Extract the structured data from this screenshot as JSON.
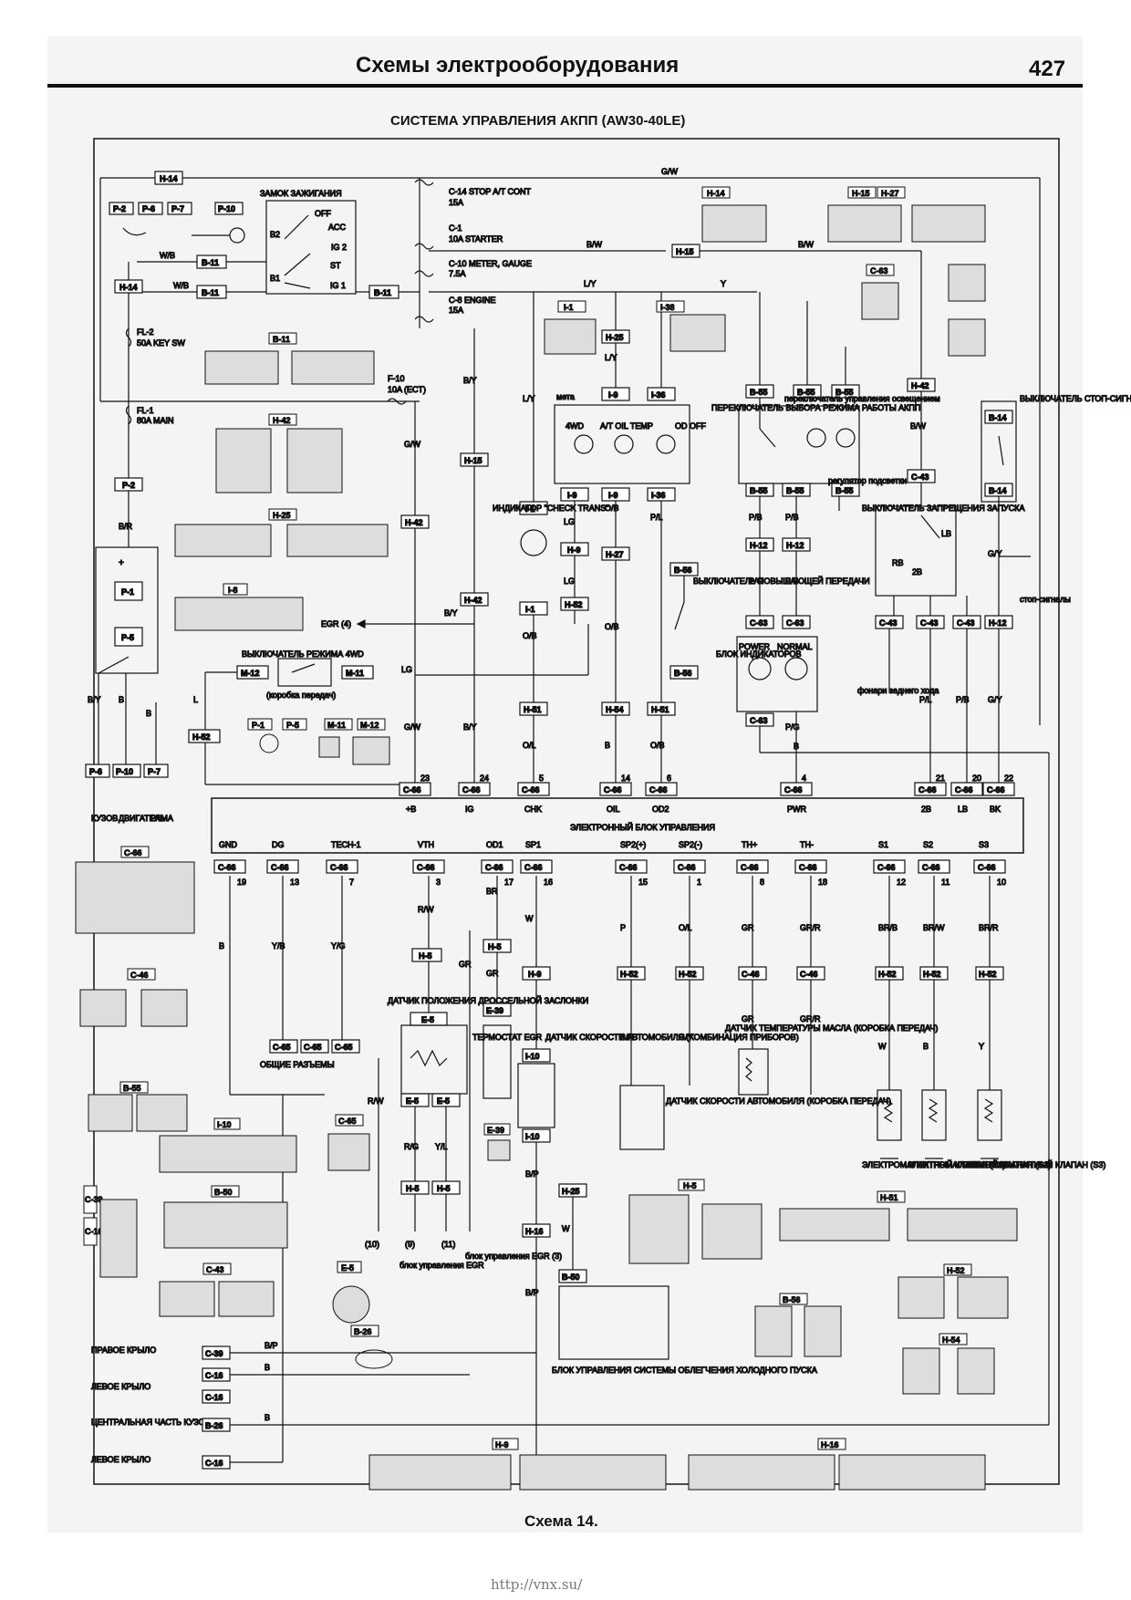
{
  "header": {
    "title": "Схемы электрооборудования",
    "page_number": "427"
  },
  "system_title": "СИСТЕМА УПРАВЛЕНИЯ АКПП (AW30-40LE)",
  "caption": "Схема 14.",
  "url": "http://vnx.su/",
  "ecu": {
    "label": "ЭЛЕКТРОННЫЙ БЛОК УПРАВЛЕНИЯ",
    "top_pins": [
      {
        "name": "+B",
        "pin": "23"
      },
      {
        "name": "IG",
        "pin": "24"
      },
      {
        "name": "CHK",
        "pin": "5"
      },
      {
        "name": "OIL",
        "pin": "14"
      },
      {
        "name": "OD2",
        "pin": "6"
      },
      {
        "name": "PWR",
        "pin": "4"
      },
      {
        "name": "2B",
        "pin": "21"
      },
      {
        "name": "LB",
        "pin": "20"
      },
      {
        "name": "BK",
        "pin": "22"
      }
    ],
    "bottom_pins": [
      {
        "name": "GND",
        "pin": "19"
      },
      {
        "name": "DG",
        "pin": "13"
      },
      {
        "name": "TECH-1",
        "pin": "7"
      },
      {
        "name": "VTH",
        "pin": "3"
      },
      {
        "name": "OD1",
        "pin": "17"
      },
      {
        "name": "SP1",
        "pin": "16"
      },
      {
        "name": "SP2(+)",
        "pin": "15"
      },
      {
        "name": "SP2(-)",
        "pin": "1"
      },
      {
        "name": "TH+",
        "pin": "8"
      },
      {
        "name": "TH-",
        "pin": "18"
      },
      {
        "name": "S1",
        "pin": "12"
      },
      {
        "name": "S2",
        "pin": "11"
      },
      {
        "name": "S3",
        "pin": "10"
      }
    ],
    "connector": "C-66"
  },
  "fuses": [
    {
      "id": "C-14",
      "label": "C-14 STOP A/T CONT",
      "rating": "15A"
    },
    {
      "id": "C-1",
      "label": "C-1",
      "rating": "10A STARTER"
    },
    {
      "id": "C-10",
      "label": "C-10 METER, GAUGE",
      "rating": "7.5A"
    },
    {
      "id": "C-8",
      "label": "C-8 ENGINE",
      "rating": "15A"
    },
    {
      "id": "F-10",
      "label": "F-10",
      "rating": "10A (ECT)"
    },
    {
      "id": "FL-2",
      "label": "FL-2",
      "rating": "50A KEY SW"
    },
    {
      "id": "FL-1",
      "label": "FL-1",
      "rating": "80A MAIN"
    }
  ],
  "ignition": {
    "title": "ЗАМОК ЗАЖИГАНИЯ",
    "positions": [
      "OFF",
      "ACC",
      "IG 2",
      "ST",
      "IG 1"
    ],
    "terminals": [
      "B2",
      "B1"
    ]
  },
  "wires": {
    "gw": "G/W",
    "bw": "B/W",
    "ly": "L/Y",
    "y": "Y",
    "wb": "W/B",
    "br": "B/R",
    "by": "B/Y",
    "b": "B",
    "lg": "LG",
    "l": "L",
    "ob": "O/B",
    "pl": "P/L",
    "pb": "P/B",
    "pg": "P/G",
    "gy": "G/Y",
    "rw": "R/W",
    "yb": "Y/B",
    "yg": "Y/G",
    "brc": "BR",
    "w": "W",
    "p": "P",
    "ol": "O/L",
    "gr": "GR",
    "grr": "GR/R",
    "brb": "BR/B",
    "brw": "BR/W",
    "brr": "BR/R",
    "rg": "R/G",
    "yl": "Y/L",
    "bp": "B/P",
    "gyy": "G/Y"
  },
  "labels": {
    "egr4": "EGR (4)",
    "switch_4wd": "ВЫКЛЮЧАТЕЛЬ РЕЖИМА 4WD",
    "gearbox": "(коробка передач)",
    "check_trans": "ИНДИКАТОР \"CHECK TRANS\"",
    "meter": "мета",
    "lamp_4wd": "4WD",
    "lamp_oil": "A/T OIL TEMP",
    "lamp_od": "OD OFF",
    "mode_select": "ПЕРЕКЛЮЧАТЕЛЬ ВЫБОРА РЕЖИМА РАБОТЫ АКПП",
    "lighting_switch": "переключатель управления освещением",
    "od_switch": "ВЫКЛЮЧАТЕЛЬ ПОВЫШАЮЩЕЙ ПЕРЕДАЧИ",
    "indicator_block": "БЛОК ИНДИКАТОРОВ",
    "power": "POWER",
    "normal": "NORMAL",
    "backlight": "регулятор подсветки",
    "start_inhibit": "ВЫКЛЮЧАТЕЛЬ ЗАПРЕЩЕНИЯ ЗАПУСКА",
    "rev_lights": "фонари заднего хода",
    "stop_switch": "ВЫКЛЮЧАТЕЛЬ СТОП-СИГНАЛОВ",
    "stop_lights": "стоп-сигналы",
    "body": "КУЗОВ",
    "engine": "ДВИГАТЕЛЬ",
    "frame": "РАМА",
    "common_conn": "ОБЩИЕ РАЗЪЕМЫ",
    "throttle_sensor": "ДАТЧИК ПОЛОЖЕНИЯ ДРОССЕЛЬНОЙ ЗАСЛОНКИ",
    "egr_thermo": "ТЕРМОСТАТ EGR",
    "speed_sensor_meter": "ДАТЧИК СКОРОСТИ АВТОМОБИЛЯ (КОМБИНАЦИЯ ПРИБОРОВ)",
    "speed_sensor_box": "ДАТЧИК СКОРОСТИ АВТОМОБИЛЯ (КОРОБКА ПЕРЕДАЧ)",
    "oil_temp_sensor": "ДАТЧИК ТЕМПЕРАТУРЫ МАСЛА (КОРОБКА ПЕРЕДАЧ)",
    "sol_s1": "ЭЛЕКТРОМАГНИТНЫЙ КЛАПАН (S1)",
    "sol_s2": "ЭЛЕКТРОМАГНИТНЫЙ КЛАПАН (S2)",
    "sol_s3": "ЭЛЕКТРОМАГНИТНЫЙ КЛАПАН (S3)",
    "egr_block": "блок управления EGR",
    "egr_block3": "блок управления EGR (3)",
    "cold_start": "БЛОК УПРАВЛЕНИЯ СИСТЕМЫ ОБЛЕГЧЕНИЯ ХОЛОДНОГО ПУСКА",
    "right_wing": "ПРАВОЕ КРЫЛО",
    "left_wing": "ЛЕВОЕ КРЫЛО",
    "center_body": "ЦЕНТРАЛЬНАЯ ЧАСТЬ КУЗОВА",
    "left_wing2": "ЛЕВОЕ КРЫЛО",
    "egr10": "(10)",
    "egr9": "(9)",
    "egr11": "(11)"
  },
  "connectors": {
    "h14": "H-14",
    "p2": "P-2",
    "p6": "P-6",
    "p7": "P-7",
    "p10": "P-10",
    "b11": "B-11",
    "h15": "H-15",
    "i1": "I-1",
    "h25": "H-25",
    "i9": "I-9",
    "i36": "I-36",
    "i38": "I-38",
    "b55": "B-55",
    "h27": "H-27",
    "c63": "C-63",
    "h12": "H-12",
    "h42": "H-42",
    "c43": "C-43",
    "b14": "B-14",
    "p1": "P-1",
    "p5": "P-5",
    "i8": "I-8",
    "m12": "M-12",
    "m11": "M-11",
    "h52": "H-52",
    "b56": "B-56",
    "h54": "H-54",
    "h51": "H-51",
    "c66": "C-66",
    "c65": "C-65",
    "h5": "H-5",
    "e5": "E-5",
    "e39": "E-39",
    "h9": "H-9",
    "c46": "C-46",
    "i10": "I-10",
    "h16": "H-16",
    "b50": "B-50",
    "c39": "C-39",
    "c16": "C-16",
    "b26": "B-26"
  }
}
